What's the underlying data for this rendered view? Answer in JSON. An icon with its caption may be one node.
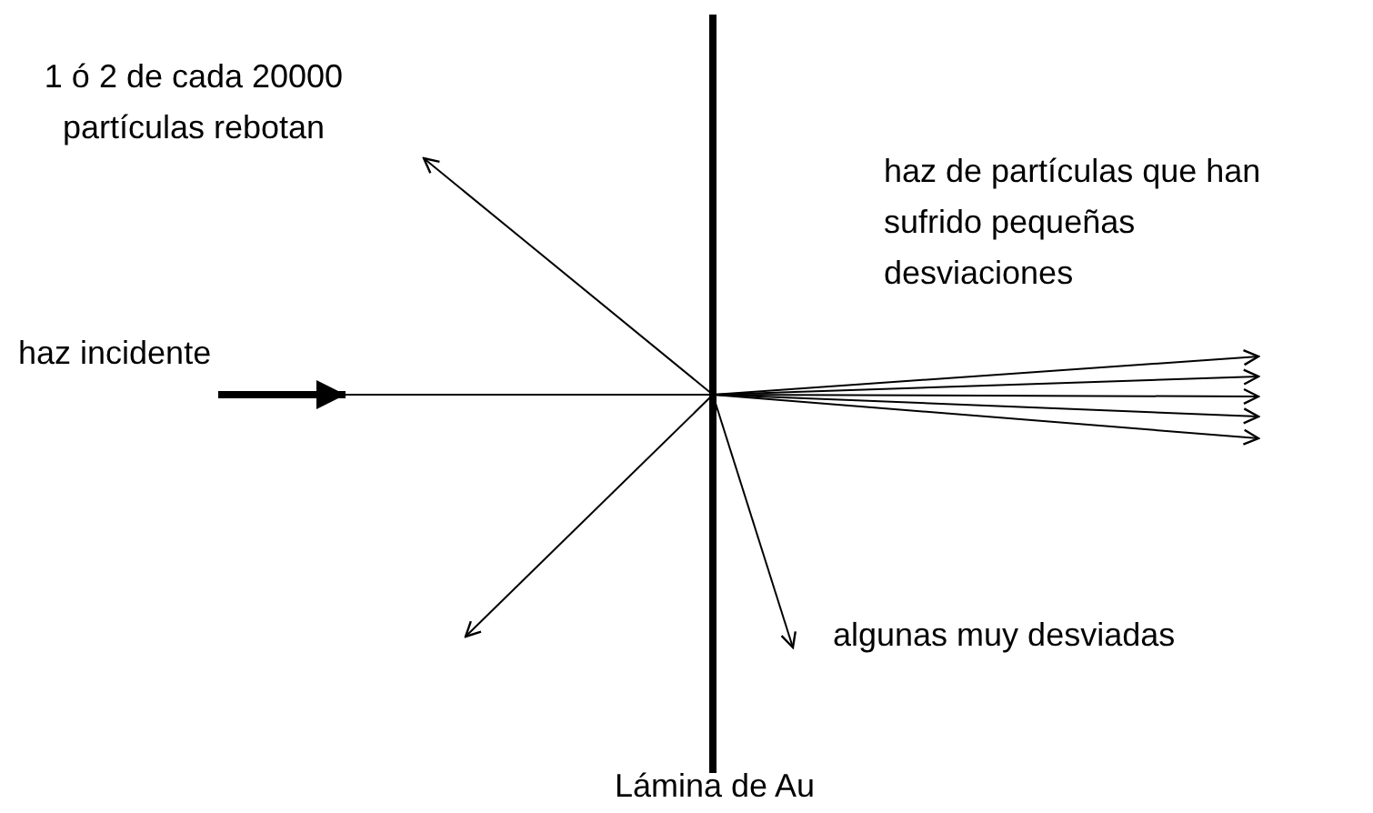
{
  "diagram": {
    "labels": [
      "1 ó 2 de cada 20000 partículas rebotan",
      "haz de partículas que han sufrido pequeñas desviaciones",
      "haz incidente",
      "algunas muy desviadas",
      "Lámina de Au"
    ]
  }
}
